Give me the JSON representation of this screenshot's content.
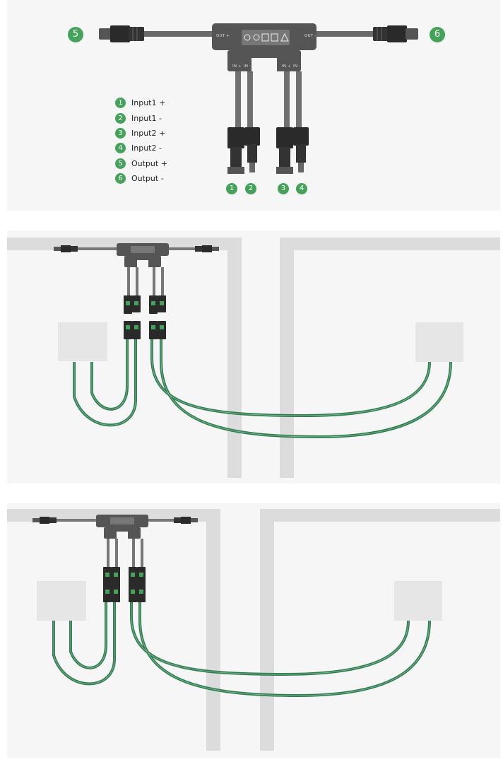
{
  "legend": [
    {
      "num": "1",
      "label": "Input1 +"
    },
    {
      "num": "2",
      "label": "Input1 -"
    },
    {
      "num": "3",
      "label": "Input2 +"
    },
    {
      "num": "4",
      "label": "Input2 -"
    },
    {
      "num": "5",
      "label": "Output +"
    },
    {
      "num": "6",
      "label": "Output -"
    }
  ],
  "ports": {
    "out_plus": "OUT +",
    "out_minus": "OUT -",
    "in_plus": "IN +",
    "in_minus": "IN -"
  },
  "badges": {
    "left_output": "5",
    "right_output": "6",
    "bottom": [
      "1",
      "2",
      "3",
      "4"
    ]
  },
  "colors": {
    "cable_green": "#2e7d4f",
    "badge_green": "#44a25a",
    "connector": "#2a2a2a",
    "housing": "#5a5a5a",
    "panel_bg": "#f6f6f6",
    "wall": "#dcdcdc"
  }
}
